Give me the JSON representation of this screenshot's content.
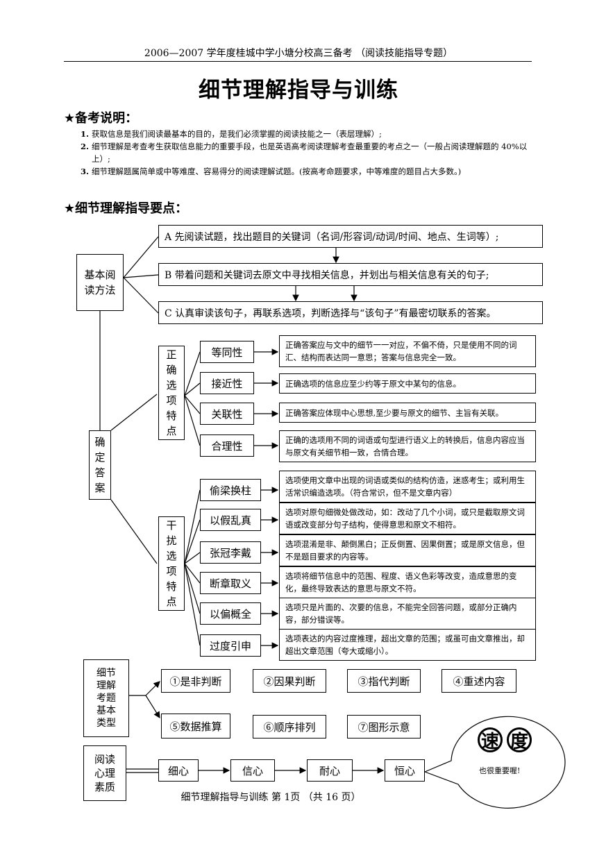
{
  "header": "2006—2007 学年度桂城中学小塘分校高三备考 （阅读技能指导专题）",
  "title": "细节理解指导与训练",
  "prep": {
    "heading": "★备考说明：",
    "items": [
      {
        "num": "1.",
        "text": "获取信息是我们阅读最基本的目的，是我们必须掌握的阅读技能之一（表层理解）;"
      },
      {
        "num": "2.",
        "text": "细节理解是考查考生获取信息能力的重要手段，也是英语高考阅读理解考查最重要的考点之一（一般占阅读理解题的 40%以上）;"
      },
      {
        "num": "3.",
        "text": "细节理解题属简单或中等难度、容易得分的阅读理解试题。(按高考命题要求，中等难度的题目占大多数。)"
      }
    ]
  },
  "guide_heading": "★细节理解指导要点：",
  "basic": {
    "label": "基本阅读方法",
    "steps": [
      "A 先阅读试题，找出题目的关键词（名词/形容词/动词/时间、地点、生词等）;",
      "B 带着问题和关键词去原文中寻找相关信息，并划出与相关信息有关的句子;",
      "C 认真审读该句子，再联系选项，判断选择与“该句子”有最密切联系的答案。"
    ]
  },
  "confirm_label": "确定答案",
  "correct": {
    "label": "正确选项特点",
    "items": [
      {
        "name": "等同性",
        "desc": "正确答案应与文中的细节一一对应，不偏不倚，只是使用不同的词汇、结构而表达同一意思；答案与信息完全一致。"
      },
      {
        "name": "接近性",
        "desc": "正确选项的信息应至少约等于原文中某句的信息。"
      },
      {
        "name": "关联性",
        "desc": "正确答案应体现中心思想,至少要与原文的细节、主旨有关联。"
      },
      {
        "name": "合理性",
        "desc": "正确的选项用不同的词语或句型进行语义上的转换后，信息内容应当与原文有关细节相一致，合情合理。"
      }
    ]
  },
  "distract": {
    "label": "干扰选项特点",
    "items": [
      {
        "name": "偷梁换柱",
        "desc": "选项使用文章中出现的词语或类似的结构仿造，迷惑考生；或利用生活常识编造选项。（符合常识，但不是文章内容）"
      },
      {
        "name": "以假乱真",
        "desc": "选项对原句细微处做改动，如：改动了几个小词，或只是截取原文词语或改变部分句子结构，使得意思和原文不相符。"
      },
      {
        "name": "张冠李戴",
        "desc": "选项混淆是非、颠倒黑白；正反倒置、因果倒置；或是原文信息，但不是题目要求的内容等。"
      },
      {
        "name": "断章取义",
        "desc": "选项将细节信息中的范围、程度、语义色彩等改变，造成意思的变化，最终导致表达的意思与原文不符。"
      },
      {
        "name": "以偏概全",
        "desc": "选项只是片面的、次要的信息，不能完全回答问题，或部分正确内容，部分错误等。"
      },
      {
        "name": "过度引申",
        "desc": "选项表达的内容过度推理，超出文章的范围；或虽可由文章推出，却超出文章范围（夸大或缩小）。"
      }
    ]
  },
  "types": {
    "label": "细节理解考题基本类型",
    "items": [
      "①是非判断",
      "②因果判断",
      "③指代判断",
      "④重述内容",
      "⑤数据推算",
      "⑥顺序排列",
      "⑦图形示意"
    ]
  },
  "psych": {
    "label": "阅读心理素质",
    "items": [
      "细心",
      "信心",
      "耐心",
      "恒心"
    ]
  },
  "bubble": {
    "chars": [
      "速",
      "度"
    ],
    "text": "也很重要喔!"
  },
  "footer": "细节理解指导与训练 第 1页 （共 16 页）"
}
